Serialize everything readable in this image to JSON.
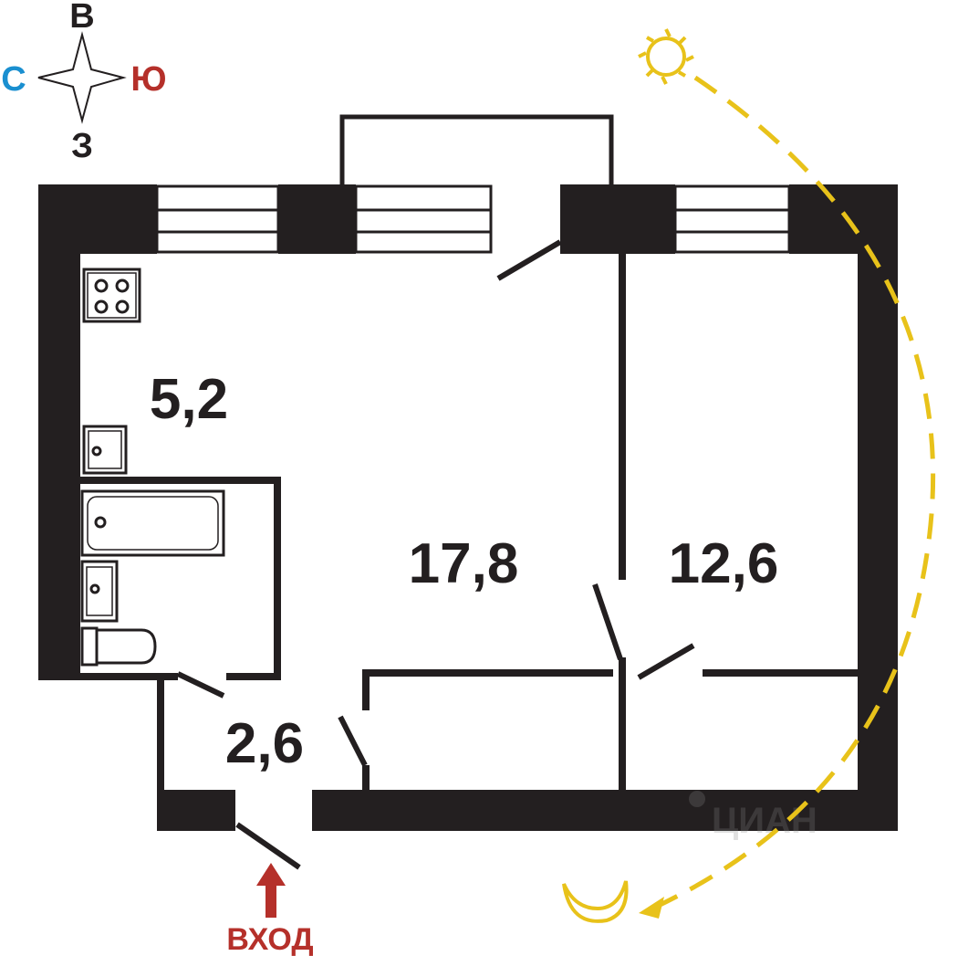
{
  "compass": {
    "north": "С",
    "south": "Ю",
    "east": "В",
    "west": "З"
  },
  "rooms": [
    {
      "name": "kitchen",
      "area": "5,2"
    },
    {
      "name": "living-room",
      "area": "17,8"
    },
    {
      "name": "bedroom",
      "area": "12,6"
    },
    {
      "name": "hallway",
      "area": "2,6"
    }
  ],
  "entrance_label": "ВХОД",
  "watermark": "ЦИАН",
  "colors": {
    "wall": "#231f20",
    "north": "#1a8fd0",
    "south": "#b5302a",
    "entrance": "#b5302a",
    "sun": "#e8c21a"
  }
}
